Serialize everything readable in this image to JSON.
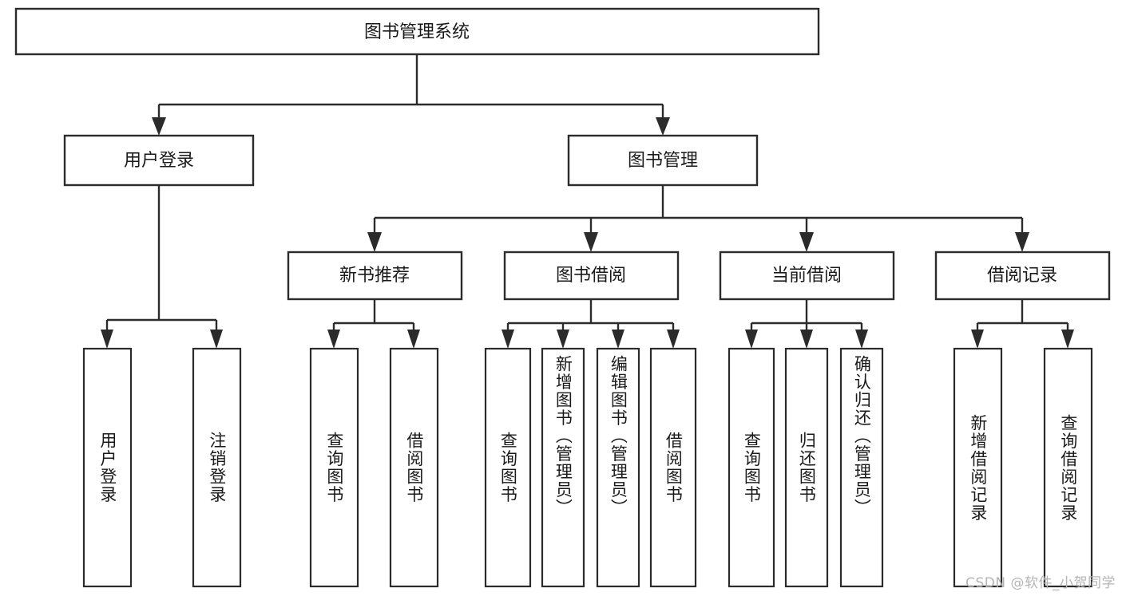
{
  "diagram": {
    "type": "tree-hierarchy-flowchart",
    "title": "图书管理系统",
    "watermark": "CSDN @软件_小贺同学",
    "colors": {
      "stroke": "#2b2b2b",
      "fill": "#ffffff",
      "text": "#1a1a1a",
      "watermark": "#b4b4b4",
      "background": "#ffffff"
    },
    "levels": [
      {
        "level": 1,
        "nodes": [
          {
            "id": "root",
            "label": "图书管理系统",
            "orientation": "horizontal"
          }
        ]
      },
      {
        "level": 2,
        "nodes": [
          {
            "id": "user-login",
            "label": "用户登录",
            "orientation": "horizontal",
            "parent": "root"
          },
          {
            "id": "book-manage",
            "label": "图书管理",
            "orientation": "horizontal",
            "parent": "root"
          }
        ]
      },
      {
        "level": 3,
        "nodes": [
          {
            "id": "new-book-rec",
            "label": "新书推荐",
            "orientation": "horizontal",
            "parent": "book-manage"
          },
          {
            "id": "book-borrow",
            "label": "图书借阅",
            "orientation": "horizontal",
            "parent": "book-manage"
          },
          {
            "id": "current-borrow",
            "label": "当前借阅",
            "orientation": "horizontal",
            "parent": "book-manage"
          },
          {
            "id": "borrow-record",
            "label": "借阅记录",
            "orientation": "horizontal",
            "parent": "book-manage"
          }
        ]
      },
      {
        "level": 4,
        "nodes": [
          {
            "id": "leaf-user-login",
            "label": "用户登录",
            "orientation": "vertical",
            "parent": "user-login"
          },
          {
            "id": "leaf-logout",
            "label": "注销登录",
            "orientation": "vertical",
            "parent": "user-login"
          },
          {
            "id": "leaf-query-book-1",
            "label": "查询图书",
            "orientation": "vertical",
            "parent": "new-book-rec"
          },
          {
            "id": "leaf-borrow-book-1",
            "label": "借阅图书",
            "orientation": "vertical",
            "parent": "new-book-rec"
          },
          {
            "id": "leaf-query-book-2",
            "label": "查询图书",
            "orientation": "vertical",
            "parent": "book-borrow"
          },
          {
            "id": "leaf-add-book",
            "label": "新增图书（管理员）",
            "orientation": "vertical",
            "parent": "book-borrow"
          },
          {
            "id": "leaf-edit-book",
            "label": "编辑图书（管理员）",
            "orientation": "vertical",
            "parent": "book-borrow"
          },
          {
            "id": "leaf-borrow-book-2",
            "label": "借阅图书",
            "orientation": "vertical",
            "parent": "book-borrow"
          },
          {
            "id": "leaf-query-book-3",
            "label": "查询图书",
            "orientation": "vertical",
            "parent": "current-borrow"
          },
          {
            "id": "leaf-return-book",
            "label": "归还图书",
            "orientation": "vertical",
            "parent": "current-borrow"
          },
          {
            "id": "leaf-confirm-return",
            "label": "确认归还（管理员）",
            "orientation": "vertical",
            "parent": "current-borrow"
          },
          {
            "id": "leaf-add-record",
            "label": "新增借阅记录",
            "orientation": "vertical",
            "parent": "borrow-record"
          },
          {
            "id": "leaf-query-record",
            "label": "查询借阅记录",
            "orientation": "vertical",
            "parent": "borrow-record"
          }
        ]
      }
    ]
  }
}
